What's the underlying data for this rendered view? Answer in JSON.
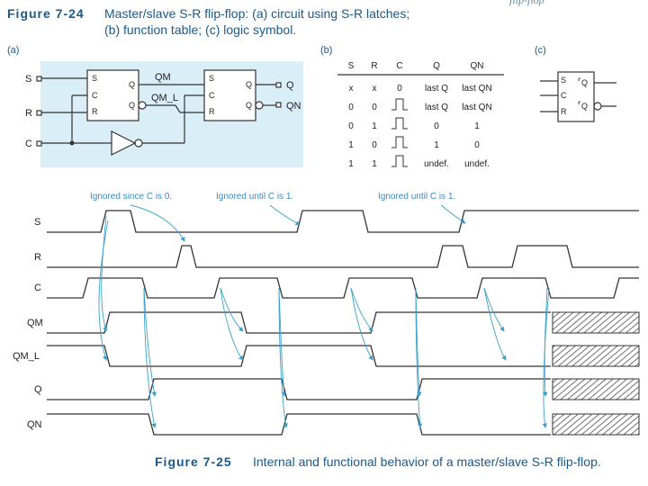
{
  "corner_note": "flip-flop",
  "fig24": {
    "number": "Figure 7-24",
    "caption_line1": "Master/slave S-R flip-flop: (a) circuit using S-R latches;",
    "caption_line2": "(b) function table; (c) logic symbol."
  },
  "circuit": {
    "tag": "(a)",
    "inputs": [
      "S",
      "R",
      "C"
    ],
    "latch_pins": [
      "S",
      "C",
      "R",
      "Q",
      "Q"
    ],
    "net_qm": "QM",
    "net_qm_l": "QM_L",
    "outputs": [
      "Q",
      "QN"
    ]
  },
  "table": {
    "tag": "(b)",
    "headers": [
      "S",
      "R",
      "C",
      "Q",
      "QN"
    ],
    "rows": [
      [
        "x",
        "x",
        "0",
        "last Q",
        "last QN"
      ],
      [
        "0",
        "0",
        "pulse",
        "last Q",
        "last QN"
      ],
      [
        "0",
        "1",
        "pulse",
        "0",
        "1"
      ],
      [
        "1",
        "0",
        "pulse",
        "1",
        "0"
      ],
      [
        "1",
        "1",
        "pulse",
        "undef.",
        "undef."
      ]
    ]
  },
  "symbol": {
    "tag": "(c)",
    "pins_left": [
      "S",
      "C",
      "R"
    ],
    "pins_right": [
      "Q",
      "Q"
    ]
  },
  "timing": {
    "annotations": [
      "Ignored since C is 0.",
      "Ignored until C is 1.",
      "Ignored until C is 1."
    ],
    "signals": [
      "S",
      "R",
      "C",
      "QM",
      "QM_L",
      "Q",
      "QN"
    ]
  },
  "fig25": {
    "number": "Figure 7-25",
    "caption": "Internal and functional behavior of a master/slave S-R flip-flop."
  },
  "colors": {
    "accent": "#1a5a8a",
    "arrow": "#3aa0c8",
    "circuit_bg": "#daeef8"
  }
}
